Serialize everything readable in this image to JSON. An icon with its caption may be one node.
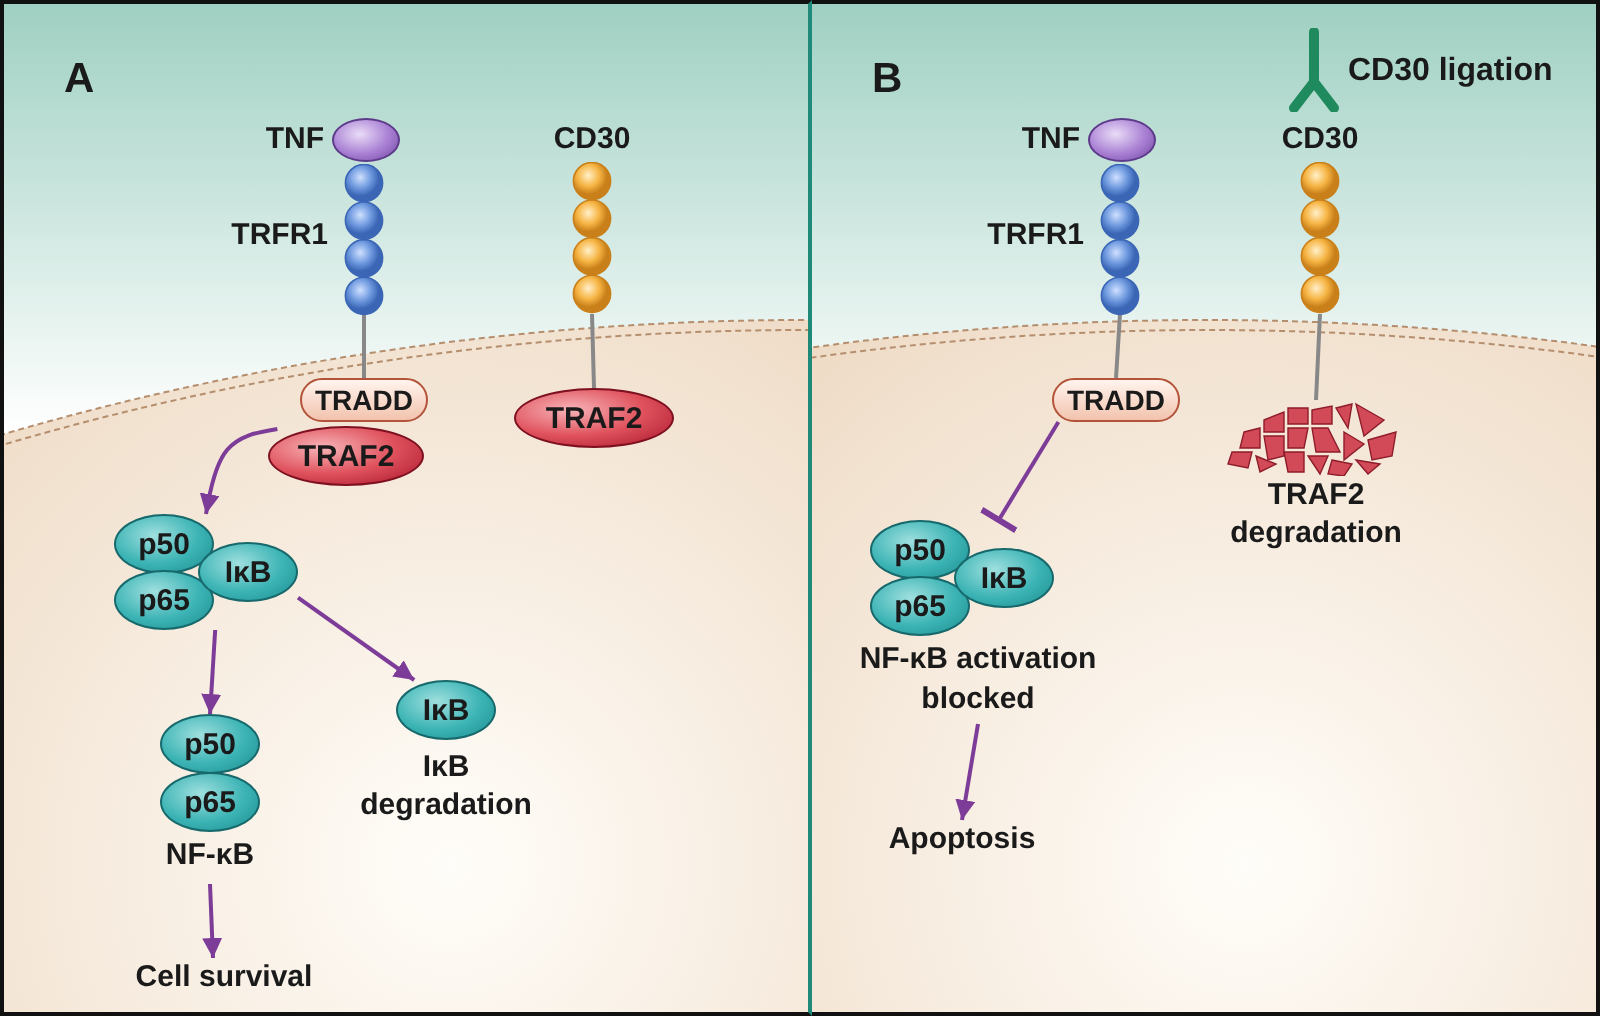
{
  "diagram": {
    "nodes": [
      {
        "text": [
          "A"
        ]
      },
      {
        "text": [
          "TNF"
        ]
      },
      {
        "text": [
          "TRFR1"
        ]
      },
      {
        "text": [
          "CD30"
        ]
      },
      {
        "text": [
          "TRADD"
        ],
        "in": 0
      },
      {
        "text": [
          "TRAF2"
        ],
        "in": 0
      },
      {
        "text": [
          "TRAF2"
        ],
        "in": 0
      },
      {
        "text": [
          "p50",
          "IκB",
          "p65"
        ],
        "in": 0
      },
      {
        "text": [
          "p50",
          "p65",
          "NF-κB"
        ],
        "in": 0
      },
      {
        "text": [
          "IκB",
          "IκB degradation"
        ],
        "in": 0
      },
      {
        "text": [
          "Cell survival"
        ],
        "in": 0
      },
      {
        "text": [
          "B"
        ]
      },
      {
        "text": [
          "CD30 ligation"
        ]
      },
      {
        "text": [
          "TNF"
        ]
      },
      {
        "text": [
          "TRFR1"
        ]
      },
      {
        "text": [
          "CD30"
        ]
      },
      {
        "text": [
          "TRADD"
        ],
        "in": 11
      },
      {
        "text": [
          "TRAF2 degradation"
        ],
        "in": 11
      },
      {
        "text": [
          "p50",
          "IκB",
          "p65"
        ],
        "in": 11
      },
      {
        "text": [
          "NF-κB activation blocked"
        ],
        "in": 11
      },
      {
        "text": [
          "Apoptosis"
        ],
        "in": 11
      }
    ],
    "edges": [
      {
        "from": 2,
        "to": 4,
        "arrow": "none",
        "color": "#888888"
      },
      {
        "from": 3,
        "to": 6,
        "arrow": "none",
        "color": "#888888"
      },
      {
        "from": 5,
        "to": 7,
        "arrow": "to"
      },
      {
        "from": 7,
        "to": 8,
        "arrow": "to"
      },
      {
        "from": 7,
        "to": 9,
        "arrow": "to"
      },
      {
        "from": 8,
        "to": 10,
        "arrow": "to"
      },
      {
        "from": 14,
        "to": 16,
        "arrow": "none",
        "color": "#888888"
      },
      {
        "from": 15,
        "to": 17,
        "arrow": "none",
        "color": "#888888"
      },
      {
        "from": 16,
        "to": 18,
        "arrow": "other"
      },
      {
        "from": 19,
        "to": 20,
        "arrow": "to"
      }
    ]
  }
}
